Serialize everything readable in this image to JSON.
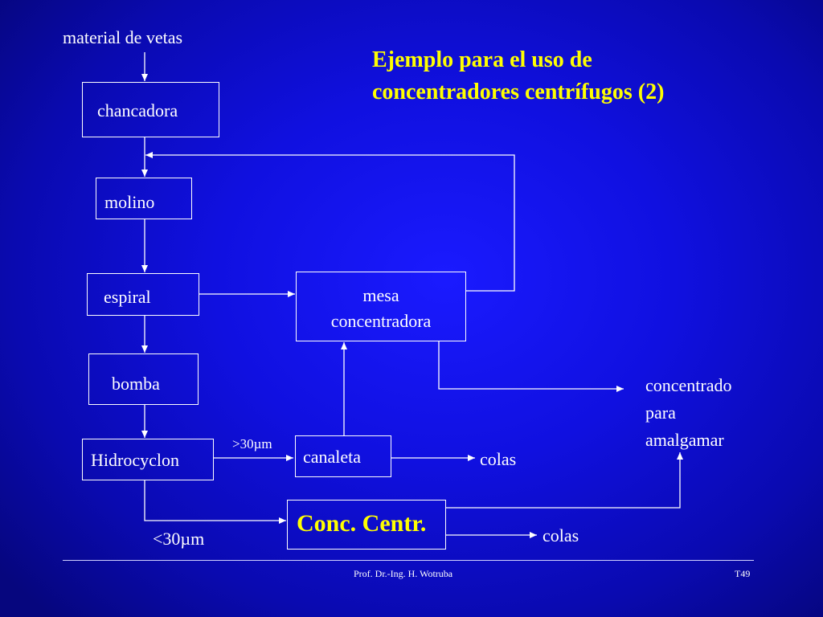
{
  "title": {
    "line1": "Ejemplo para el uso de",
    "line2": "concentradores centrífugos (2)"
  },
  "flow": {
    "input": "material de vetas",
    "chancadora": "chancadora",
    "molino": "molino",
    "espiral": "espiral",
    "mesa_line1": "mesa",
    "mesa_line2": "concentradora",
    "bomba": "bomba",
    "hidrocyclon": "Hidrocyclon",
    "canaleta": "canaleta",
    "conc_centr": "Conc. Centr.",
    "coarse_label": ">30µm",
    "fine_label": "<30µm",
    "colas_canaleta": "colas",
    "colas_conc": "colas",
    "concentrado_line1": "concentrado",
    "concentrado_line2": "para",
    "concentrado_line3": "amalgamar"
  },
  "footer": {
    "author": "Prof. Dr.-Ing. H. Wotruba",
    "slide_number": "T49"
  },
  "colors": {
    "background": "#1010e0",
    "title": "#ffff00",
    "lines": "#ffffff"
  }
}
